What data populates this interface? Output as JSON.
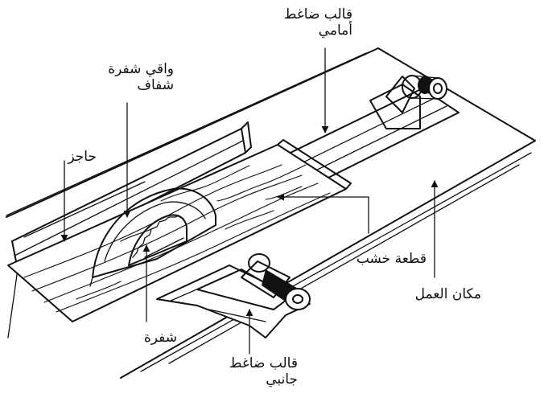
{
  "labels": {
    "front_pressure_block": {
      "line1": "قالب ضاغط",
      "line2": "أمامي"
    },
    "blade_guard": {
      "line1": "واقي شفرة",
      "line2": "شفاف"
    },
    "fence": {
      "line1": "حاجز"
    },
    "workpiece": {
      "line1": "قطعة خشب"
    },
    "work_table": {
      "line1": "مكان العمل"
    },
    "blade": {
      "line1": "شفرة"
    },
    "side_pressure_block": {
      "line1": "قالب ضاغط",
      "line2": "جانبي"
    }
  },
  "colors": {
    "ink": "#111111",
    "paper": "#ffffff"
  }
}
